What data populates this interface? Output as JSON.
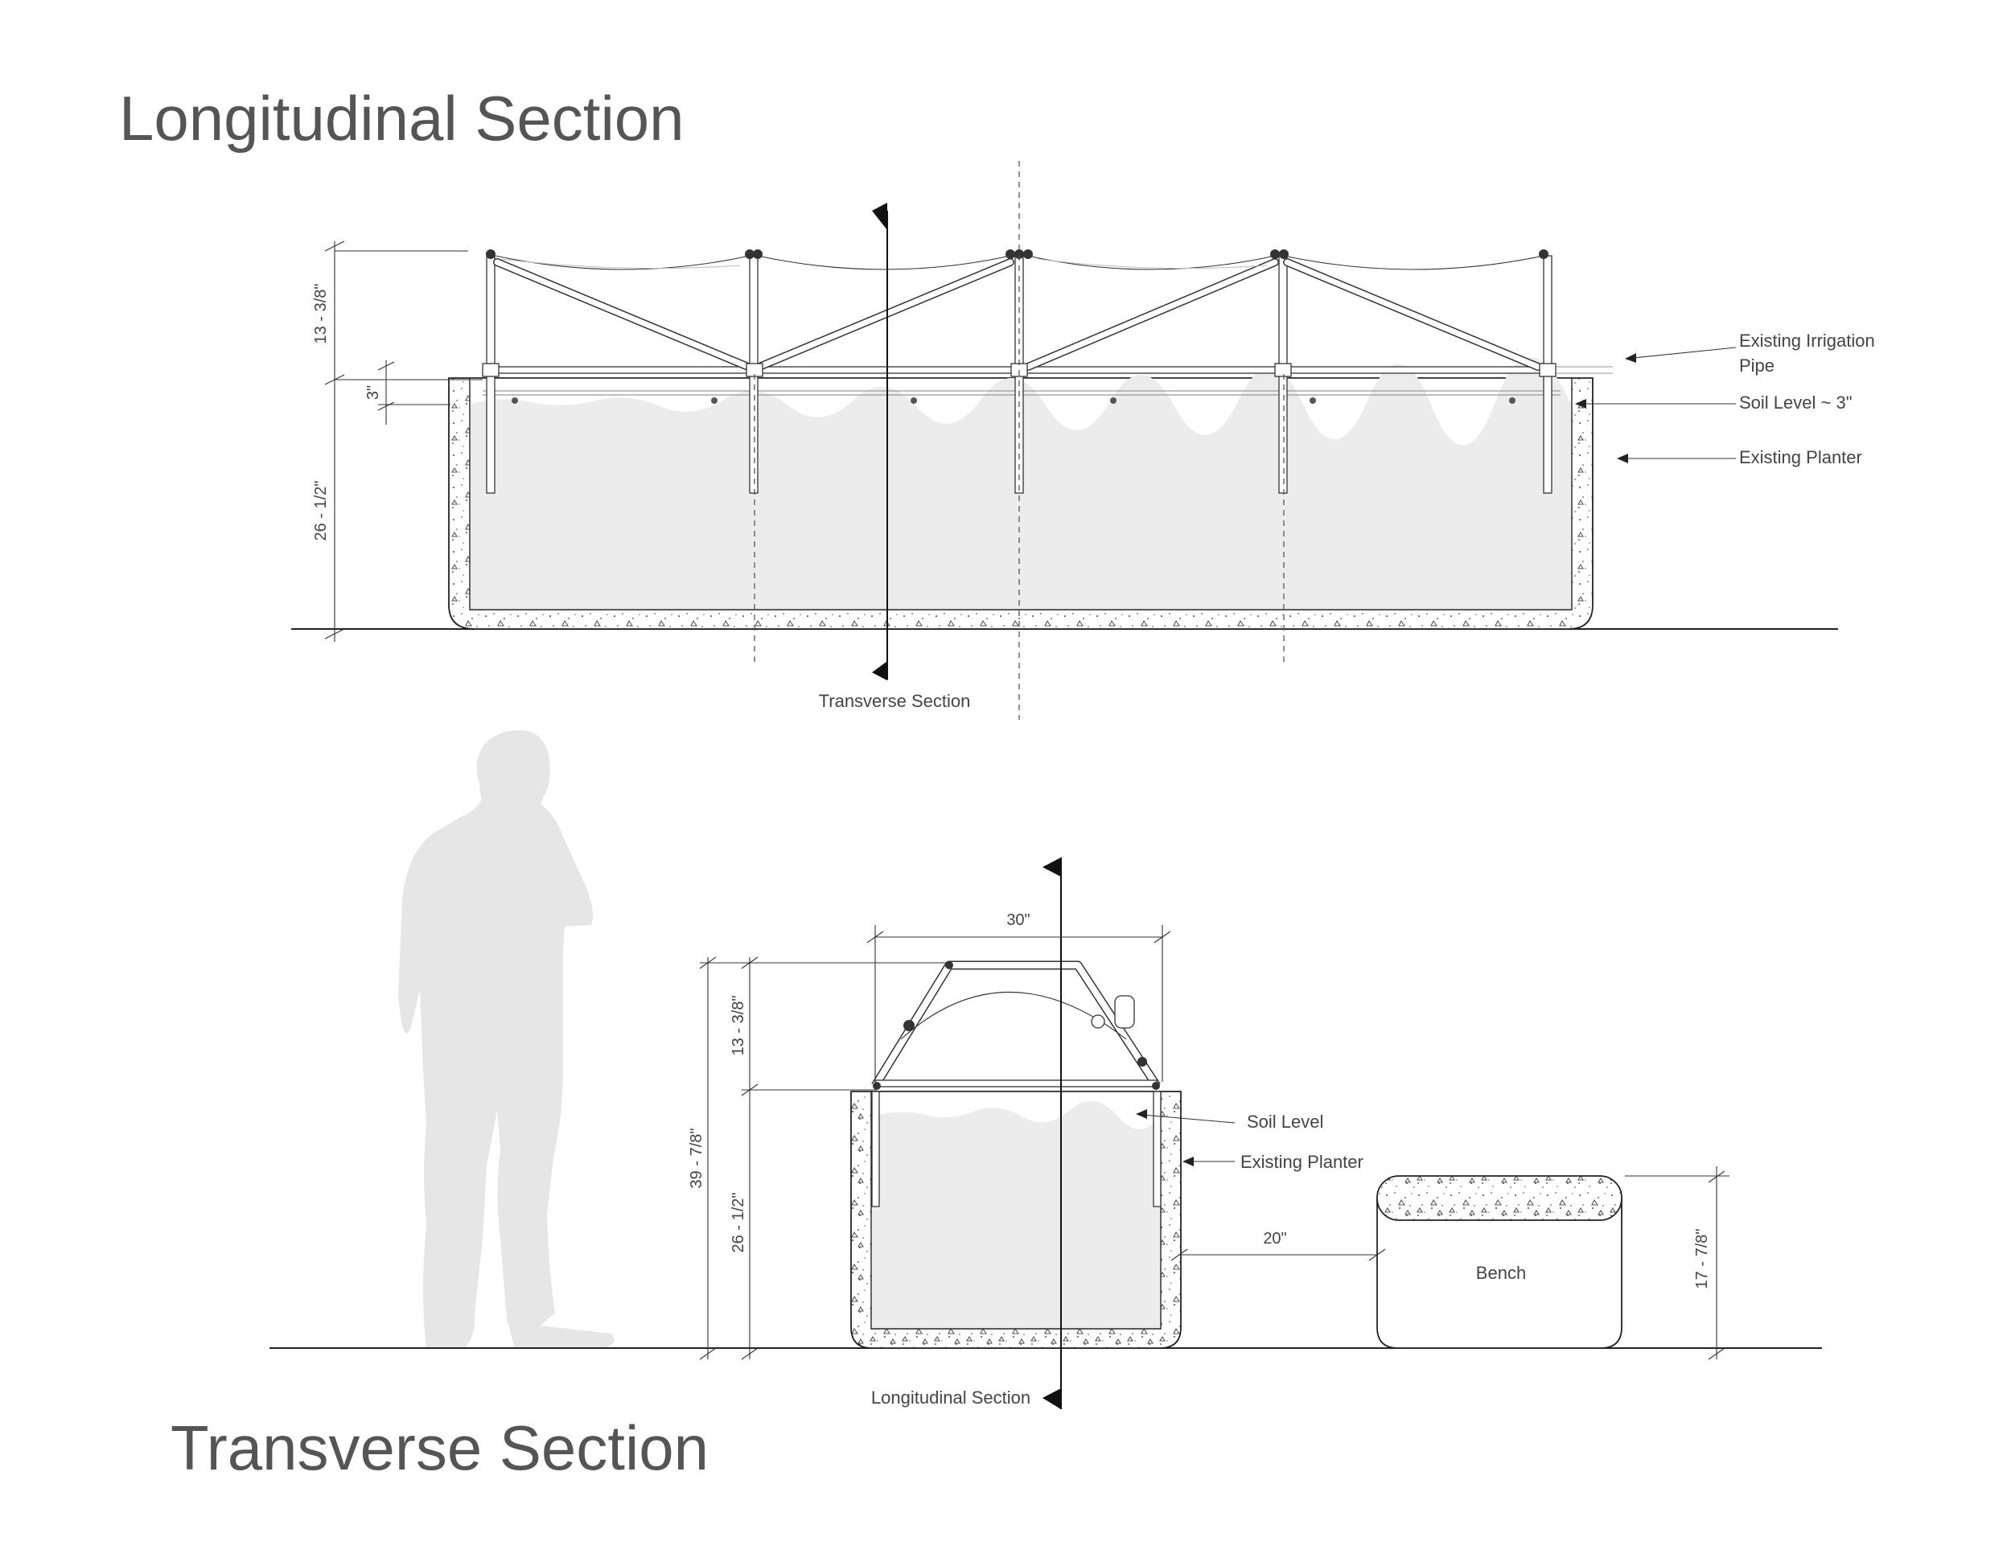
{
  "titles": {
    "longitudinal": "Longitudinal Section",
    "transverse": "Transverse Section"
  },
  "longitudinal": {
    "dimensions": {
      "frame_height": "13 - 3/8\"",
      "soil_offset": "3\"",
      "planter_height": "26 - 1/2\""
    },
    "labels": {
      "irrigation_line1": "Existing Irrigation",
      "irrigation_line2": "Pipe",
      "soil_level": "Soil Level ~ 3\"",
      "planter": "Existing Planter"
    },
    "section_marker": "Transverse Section"
  },
  "transverse": {
    "dimensions": {
      "width": "30\"",
      "frame_height": "13 - 3/8\"",
      "total_height": "39 - 7/8\"",
      "planter_height": "26 - 1/2\"",
      "bench_gap": "20\"",
      "bench_height": "17 - 7/8\""
    },
    "labels": {
      "soil_level": "Soil Level",
      "planter": "Existing Planter",
      "bench": "Bench"
    },
    "section_marker": "Longitudinal Section"
  }
}
